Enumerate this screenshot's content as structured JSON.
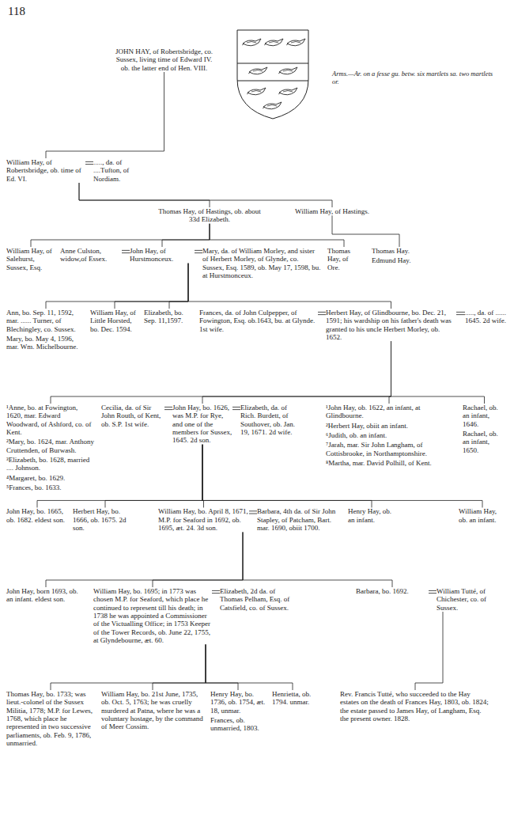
{
  "diagram": {
    "nodes": [
      {
        "text": [
          "JOHN HAY, of Robertsbridge, co. Sussex, living time of Edward IV. ob. the latter end of Hen. VIII."
        ]
      },
      {
        "text": [
          "William Hay, of Robertsbridge, ob. time of Ed. VI."
        ]
      },
      {
        "text": [
          "....., da. of ....Tufton, of Nordiam."
        ]
      },
      {
        "text": [
          "Thomas Hay, of Hastings, ob. about 33d Elizabeth."
        ]
      },
      {
        "text": [
          "William Hay, of Hastings."
        ]
      },
      {
        "text": [
          "William Hay, of Salehurst, Sussex, Esq."
        ]
      },
      {
        "text": [
          "Anne Culston, widow,of Essex."
        ]
      },
      {
        "text": [
          "John Hay, of Hurstmonceux."
        ]
      },
      {
        "text": [
          "Mary, da. of William Morley, and sister of Herbert Morley, of Glynde, co. Sussex, Esq. 1589, ob. May 17, 1598, bu. at Hurstmonceux."
        ]
      },
      {
        "text": [
          "Thomas Hay, of Ore."
        ]
      },
      {
        "text": [
          "Thomas Hay.",
          "Edmund Hay."
        ]
      },
      {
        "text": [
          "Ann, bo. Sep. 11, 1592, mar. ...... Turner, of Blechingley, co. Sussex.",
          "Mary, bo. May 4, 1596, mar. Wm. Michelbourne."
        ]
      },
      {
        "text": [
          "William Hay, of Little Horsted, bo. Dec. 1594."
        ]
      },
      {
        "text": [
          "Elizabeth, bo. Sep. 11,1597."
        ]
      },
      {
        "text": [
          "Frances, da. of John Culpepper, of Fowington, Esq. ob.1643, bu. at Glynde. 1st wife."
        ]
      },
      {
        "text": [
          "Herbert Hay, of Glindbourne, bo. Dec. 21, 1591; his wardship on his father's death was granted to his uncle Herbert Morley, ob. 1652."
        ]
      },
      {
        "text": [
          "....., da. of ...... 1645. 2d wife."
        ]
      },
      {
        "text": [
          "¹Anne, bo. at Fowington, 1620, mar. Edward Woodward, of Ashford, co. of Kent.",
          "²Mary, bo. 1624, mar. Anthony Cruttenden, of Burwash.",
          "³Elizabeth, bo. 1628, married .... Johnson.",
          "⁴Margaret, bo. 1629.",
          "⁵Frances, bo. 1633."
        ]
      },
      {
        "text": [
          "Cecilia, da. of Sir John Routh, of Kent, ob. S.P. 1st wife."
        ]
      },
      {
        "text": [
          "John Hay, bo. 1626, was M.P. for Rye, and one of the members for Sussex, 1645. 2d son."
        ]
      },
      {
        "text": [
          "Elizabeth, da. of Rich. Burdett, of Southover, ob. Jan. 19, 1671. 2d wife."
        ]
      },
      {
        "text": [
          "¹John Hay, ob. 1622, an infant, at Glindbourne.",
          "²Herbert Hay, obiit an infant.",
          "⁶Judith, ob. an infant.",
          "⁷Jarah, mar. Sir John Langham, of Cottisbrooke, in Northamptonshire.",
          "⁸Martha, mar. David Polhill, of Kent."
        ]
      },
      {
        "text": [
          "Rachael, ob. an infant, 1646.",
          "Rachael, ob. an infant, 1650."
        ]
      },
      {
        "text": [
          "John Hay, bo. 1665, ob. 1682. eldest son."
        ]
      },
      {
        "text": [
          "Herbert Hay, bo. 1666, ob. 1675. 2d son."
        ]
      },
      {
        "text": [
          "William Hay, bo. April 8, 1671, M.P. for Seaford in 1692, ob. 1695, æt. 24. 3d son."
        ]
      },
      {
        "text": [
          "Barbara, 4th da. of Sir John Stapley, of Patcham, Bart. mar. 1690, obiit 1700."
        ]
      },
      {
        "text": [
          "Henry Hay, ob. an infant."
        ]
      },
      {
        "text": [
          "William Hay, ob. an infant."
        ]
      },
      {
        "text": [
          "John Hay, born 1693, ob. an infant. eldest son."
        ]
      },
      {
        "text": [
          "William Hay, bo. 1695; in 1773 was chosen M.P. for Seaford, which place he continued to represent till his death; in 1738 he was appointed a Commissioner of the Victualling Office; in 1753 Keeper of the Tower Records, ob. June 22, 1755, at Glyndebourne, æt. 60."
        ]
      },
      {
        "text": [
          "Elizabeth, 2d da. of Thomas Pelham, Esq. of Catsfield, co. of Sussex."
        ]
      },
      {
        "text": [
          "Barbara, bo. 1692."
        ]
      },
      {
        "text": [
          "William Tutté, of Chichester, co. of Sussex."
        ]
      },
      {
        "text": [
          "Thomas Hay, bo. 1733; was lieut.-colonel of the Sussex Militia, 1778; M.P. for Lewes, 1768, which place he represented in two successive parliaments, ob. Feb. 9, 1786, unmarried."
        ]
      },
      {
        "text": [
          "William Hay, bo. 21st June, 1735, ob. Oct. 5, 1763; he was cruelly murdered at Patna, where he was a voluntary hostage, by the command of Meer Cossim."
        ]
      },
      {
        "text": [
          "Henry Hay, bo. 1736, ob. 1754, æt. 18, unmar.",
          "Frances, ob. unmarried, 1803."
        ]
      },
      {
        "text": [
          "Henrietta, ob. 1794. unmar."
        ]
      },
      {
        "text": [
          "Rev. Francis Tutté, who succeeded to the Hay estates on the death of Frances Hay, 1803, ob. 1824; the estate passed to James Hay, of Langham, Esq. the present owner. 1828."
        ]
      }
    ],
    "edges": [
      {
        "from": 0,
        "to": 1,
        "arrow": "none"
      },
      {
        "from": 1,
        "to": 2,
        "arrow": "none"
      },
      {
        "from": 1,
        "to": 3,
        "arrow": "none"
      },
      {
        "from": 1,
        "to": 4,
        "arrow": "none"
      },
      {
        "from": 3,
        "to": 5,
        "arrow": "none"
      },
      {
        "from": 3,
        "to": 7,
        "arrow": "none"
      },
      {
        "from": 3,
        "to": 9,
        "arrow": "none"
      },
      {
        "from": 4,
        "to": 10,
        "arrow": "none"
      },
      {
        "from": 6,
        "to": 7,
        "arrow": "none"
      },
      {
        "from": 7,
        "to": 8,
        "arrow": "none"
      },
      {
        "from": 7,
        "to": 11,
        "arrow": "none"
      },
      {
        "from": 7,
        "to": 12,
        "arrow": "none"
      },
      {
        "from": 7,
        "to": 13,
        "arrow": "none"
      },
      {
        "from": 7,
        "to": 15,
        "arrow": "none"
      },
      {
        "from": 14,
        "to": 15,
        "arrow": "none"
      },
      {
        "from": 15,
        "to": 16,
        "arrow": "none"
      },
      {
        "from": 15,
        "to": 17,
        "arrow": "none"
      },
      {
        "from": 15,
        "to": 19,
        "arrow": "none"
      },
      {
        "from": 15,
        "to": 21,
        "arrow": "none"
      },
      {
        "from": 15,
        "to": 22,
        "arrow": "none"
      },
      {
        "from": 18,
        "to": 19,
        "arrow": "none"
      },
      {
        "from": 19,
        "to": 20,
        "arrow": "none"
      },
      {
        "from": 19,
        "to": 23,
        "arrow": "none"
      },
      {
        "from": 19,
        "to": 24,
        "arrow": "none"
      },
      {
        "from": 19,
        "to": 25,
        "arrow": "none"
      },
      {
        "from": 19,
        "to": 27,
        "arrow": "none"
      },
      {
        "from": 19,
        "to": 28,
        "arrow": "none"
      },
      {
        "from": 25,
        "to": 26,
        "arrow": "none"
      },
      {
        "from": 25,
        "to": 29,
        "arrow": "none"
      },
      {
        "from": 25,
        "to": 30,
        "arrow": "none"
      },
      {
        "from": 25,
        "to": 32,
        "arrow": "none"
      },
      {
        "from": 30,
        "to": 31,
        "arrow": "none"
      },
      {
        "from": 32,
        "to": 33,
        "arrow": "none"
      },
      {
        "from": 30,
        "to": 34,
        "arrow": "none"
      },
      {
        "from": 30,
        "to": 35,
        "arrow": "none"
      },
      {
        "from": 30,
        "to": 36,
        "arrow": "none"
      },
      {
        "from": 30,
        "to": 37,
        "arrow": "none"
      },
      {
        "from": 33,
        "to": 38,
        "arrow": "none"
      }
    ],
    "labels": [
      "118",
      "Arms.—Ar. on a fesse gu. betw. six martlets sa. two martlets or."
    ]
  }
}
